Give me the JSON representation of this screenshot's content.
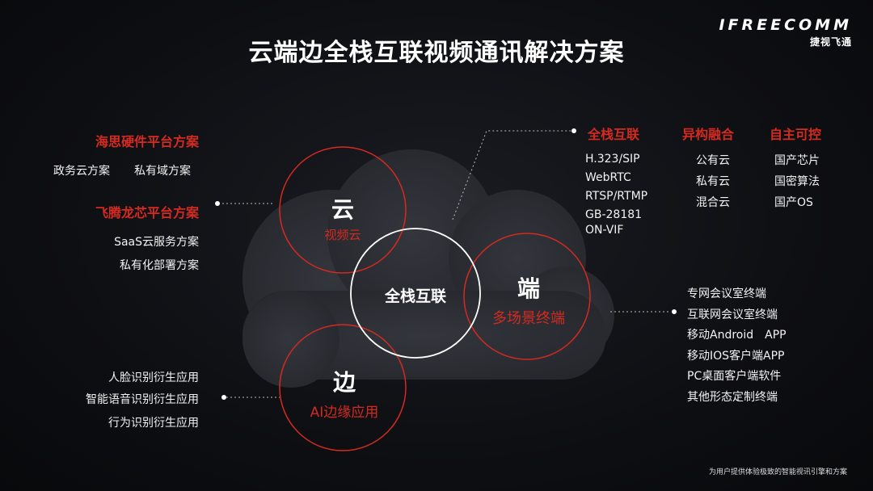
{
  "slide": {
    "title": "云端边全栈互联视频通讯解决方案",
    "footer": "为用户提供体验极致的智能视讯引擎和方案"
  },
  "logo": {
    "brand": "IFREECOMM",
    "sub": "捷视飞通"
  },
  "cloud": {
    "label": "云",
    "sub": "视频云"
  },
  "center": {
    "label": "全栈互联"
  },
  "endpoint": {
    "label": "端",
    "sub": "多场景终端"
  },
  "edge": {
    "label": "边",
    "sub": "AI边缘应用"
  },
  "left": {
    "hisilicon": {
      "title": "海思硬件平台方案",
      "items": [
        "政务云方案",
        "私有域方案"
      ]
    },
    "phytium": {
      "title": "飞腾龙芯平台方案",
      "items": [
        "SaaS云服务方案",
        "私有化部署方案"
      ]
    },
    "ai_apps": [
      "人脸识别衍生应用",
      "智能语音识别衍生应用",
      "行为识别衍生应用"
    ]
  },
  "top_right": {
    "full_stack": {
      "title": "全栈互联",
      "items": [
        "H.323/SIP",
        "WebRTC",
        "RTSP/RTMP",
        "GB-28181",
        "ON-VIF"
      ]
    },
    "hetero": {
      "title": "异构融合",
      "items": [
        "公有云",
        "私有云",
        "混合云"
      ]
    },
    "autonomous": {
      "title": "自主可控",
      "items": [
        "国产芯片",
        "国密算法",
        "国产OS"
      ]
    }
  },
  "terminals": [
    "专网会议室终端",
    "互联网会议室终端",
    "移动Android　APP",
    "移动IOS客户端APP",
    "PC桌面客户端软件",
    "其他形态定制终端"
  ],
  "colors": {
    "accent_red": "#d42a20",
    "background": "#0e0f13",
    "cloud_shape": "#2a2c33"
  }
}
